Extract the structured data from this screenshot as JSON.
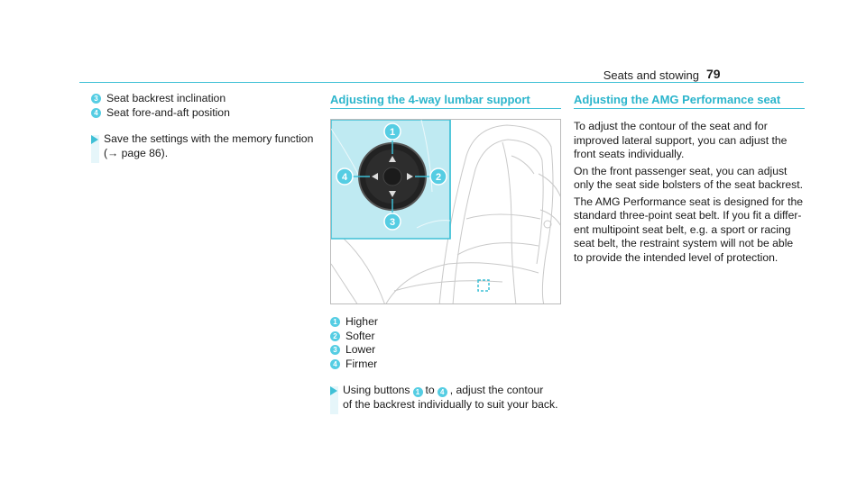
{
  "header": {
    "section_title": "Seats and stowing",
    "page_number": "79"
  },
  "col1": {
    "items": [
      {
        "num": "3",
        "label": "Seat backrest inclination"
      },
      {
        "num": "4",
        "label": "Seat fore-and-aft position"
      }
    ],
    "step_line1": "Save the settings with the memory function",
    "step_line2": "(→ page 86)."
  },
  "col2": {
    "heading": "Adjusting the 4-way lumbar support",
    "figure_callouts": [
      "1",
      "2",
      "3",
      "4"
    ],
    "legend": [
      {
        "num": "1",
        "label": "Higher"
      },
      {
        "num": "2",
        "label": "Softer"
      },
      {
        "num": "3",
        "label": "Lower"
      },
      {
        "num": "4",
        "label": "Firmer"
      }
    ],
    "step_pre": "Using buttons",
    "step_from": "1",
    "step_to_word": "to",
    "step_to": "4",
    "step_post": ", adjust the contour",
    "step_line2": "of the backrest individually to suit your back."
  },
  "col3": {
    "heading": "Adjusting the AMG Performance seat",
    "paragraphs": [
      "To adjust the contour of the seat and for improved lateral support, you can adjust the front seats individually.",
      "On the front passenger seat, you can adjust only the seat side bolsters of the seat backrest.",
      "The AMG Performance seat is designed for the standard three-point seat belt. If you fit a differ-ent multipoint seat belt, e.g. a sport or racing seat belt, the restraint system will not be able to provide the intended level of protection."
    ]
  },
  "colors": {
    "accent": "#3fc0d6",
    "inset": "#bfeaf2",
    "badge": "#55cde3"
  }
}
